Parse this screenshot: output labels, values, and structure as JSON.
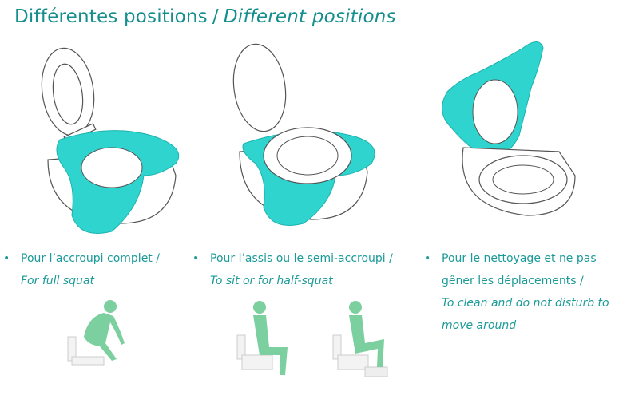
{
  "title": {
    "fr": "Différentes positions",
    "separator": "/",
    "en": "Different positions"
  },
  "panels": [
    {
      "fr": "Pour l’accroupi complet /",
      "en": "For full squat"
    },
    {
      "fr": "Pour l’assis ou le semi-accroupi /",
      "en": "To sit or for half-squat"
    },
    {
      "fr": "Pour le nettoyage et ne pas gêner les déplacements /",
      "en": "To clean and do not disturb to move around"
    }
  ],
  "colors": {
    "accent": "#1a9a98",
    "cover": "#2fd4cf",
    "figure": "#7ccf9e"
  },
  "bullet": "•"
}
